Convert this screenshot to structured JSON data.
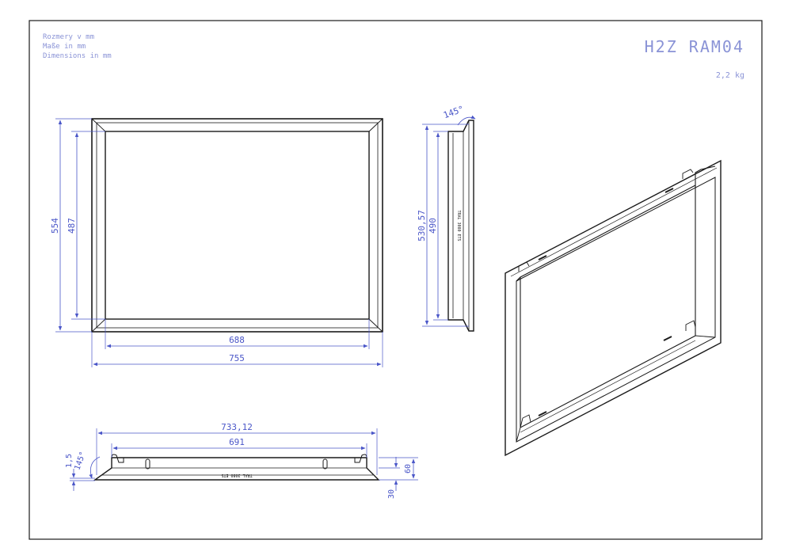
{
  "header": {
    "units_cz": "Rozmery v mm",
    "units_de": "Maße in mm",
    "units_en": "Dimensions in mm",
    "title": "H2Z RAM04",
    "weight": "2,2 kg"
  },
  "front_view": {
    "height_outer": "554",
    "height_inner": "487",
    "width_inner": "688",
    "width_outer": "755"
  },
  "side_view": {
    "angle": "145°",
    "height_outer": "530,57",
    "height_inner": "490",
    "part_label": "TRAL 3080 ETS"
  },
  "bottom_view": {
    "width_outer": "733,12",
    "width_inner": "691",
    "thickness": "1,5",
    "angle": "145°",
    "depth": "60",
    "step": "30",
    "part_label": "TRAL 3080 ETS"
  },
  "colors": {
    "dimension": "#4a56c8",
    "outline": "#1a1a1a",
    "header": "#8a93d6"
  }
}
